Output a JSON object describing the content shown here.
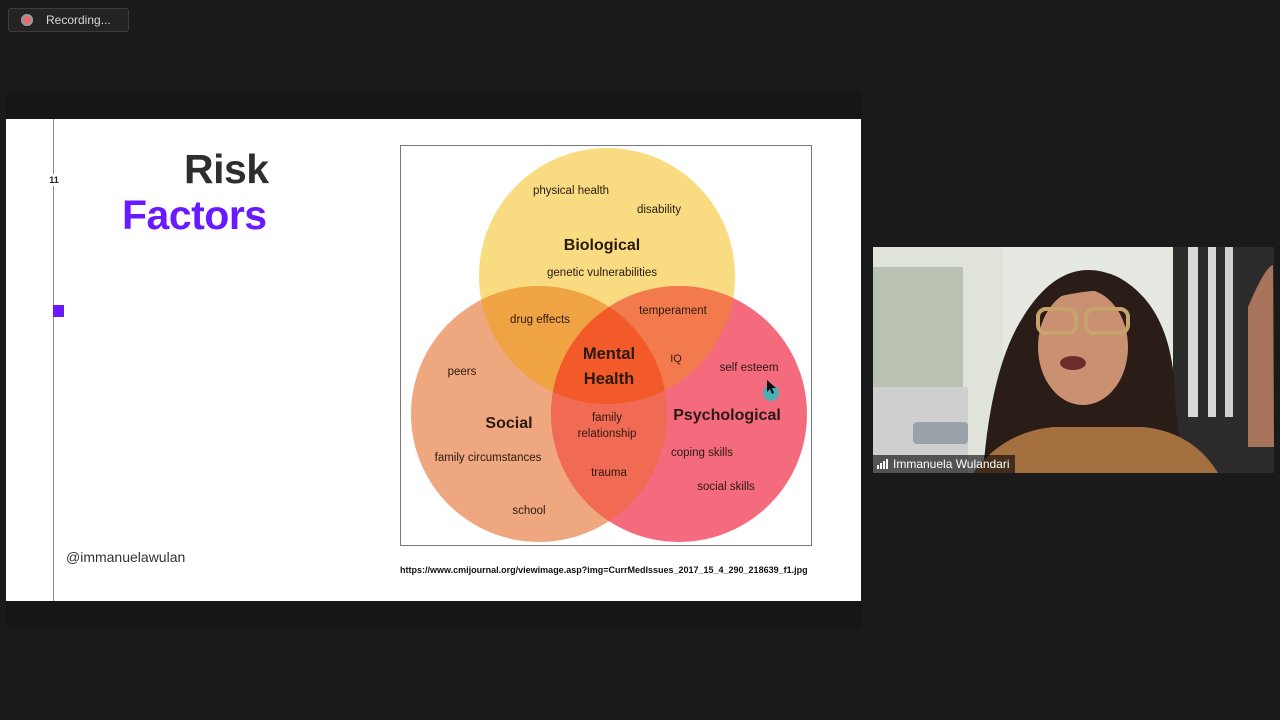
{
  "recording": {
    "label": "Recording...",
    "icon": "record-dot-icon"
  },
  "slide": {
    "number": "11",
    "title_line1": "Risk",
    "title_line2": "Factors",
    "handle": "@immanuelawulan",
    "source_url": "https://www.cmijournal.org/viewimage.asp?img=CurrMedIssues_2017_15_4_290_218639_f1.jpg",
    "accent_color": "#6a1aff"
  },
  "venn": {
    "biological": {
      "title": "Biological",
      "items": [
        "physical health",
        "disability",
        "genetic vulnerabilities"
      ],
      "color": "#f9d97a"
    },
    "social": {
      "title": "Social",
      "items": [
        "peers",
        "family circumstances",
        "school"
      ],
      "color": "#eea074"
    },
    "psychological": {
      "title": "Psychological",
      "items": [
        "self esteem",
        "coping skills",
        "social skills"
      ],
      "color": "#f4566c"
    },
    "bio_social": [
      "drug effects"
    ],
    "bio_psych": [
      "temperament"
    ],
    "social_psych": [
      "family",
      "relationship",
      "trauma"
    ],
    "center": {
      "line1": "Mental",
      "line2": "Health",
      "extra": "IQ"
    }
  },
  "participant": {
    "name": "Immanuela Wulandari",
    "signal_icon": "signal-bars-icon"
  }
}
